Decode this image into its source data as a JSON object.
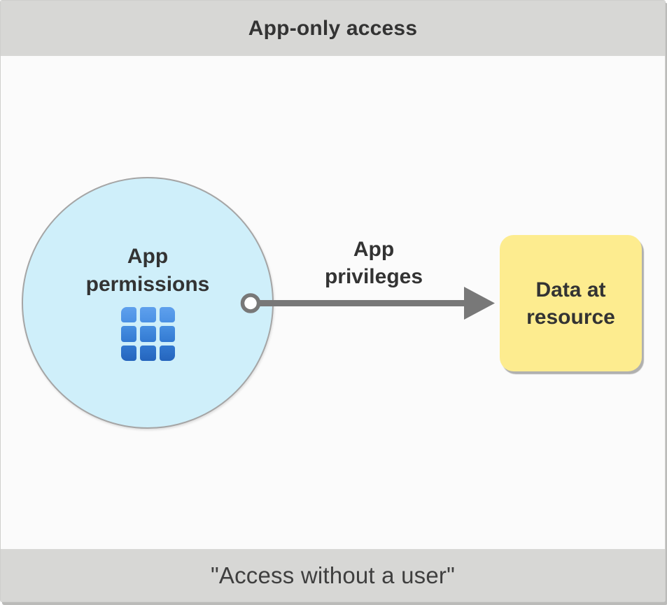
{
  "title": "App-only access",
  "caption": "\"Access without a user\"",
  "circle": {
    "label": "App permissions",
    "icon": "app-grid-icon"
  },
  "arrow": {
    "label": "App privileges"
  },
  "resource": {
    "label": "Data at resource"
  },
  "colors": {
    "bar_bg": "#d7d7d5",
    "body_bg": "#fbfbfb",
    "circle_fill": "#cfeffa",
    "circle_border": "#a5a5a5",
    "arrow_gray": "#787878",
    "box_yellow": "#fdec8f",
    "grid_blue_top": "#5fa0ed",
    "grid_blue_bottom": "#2565bd",
    "text_dark": "#333333"
  }
}
